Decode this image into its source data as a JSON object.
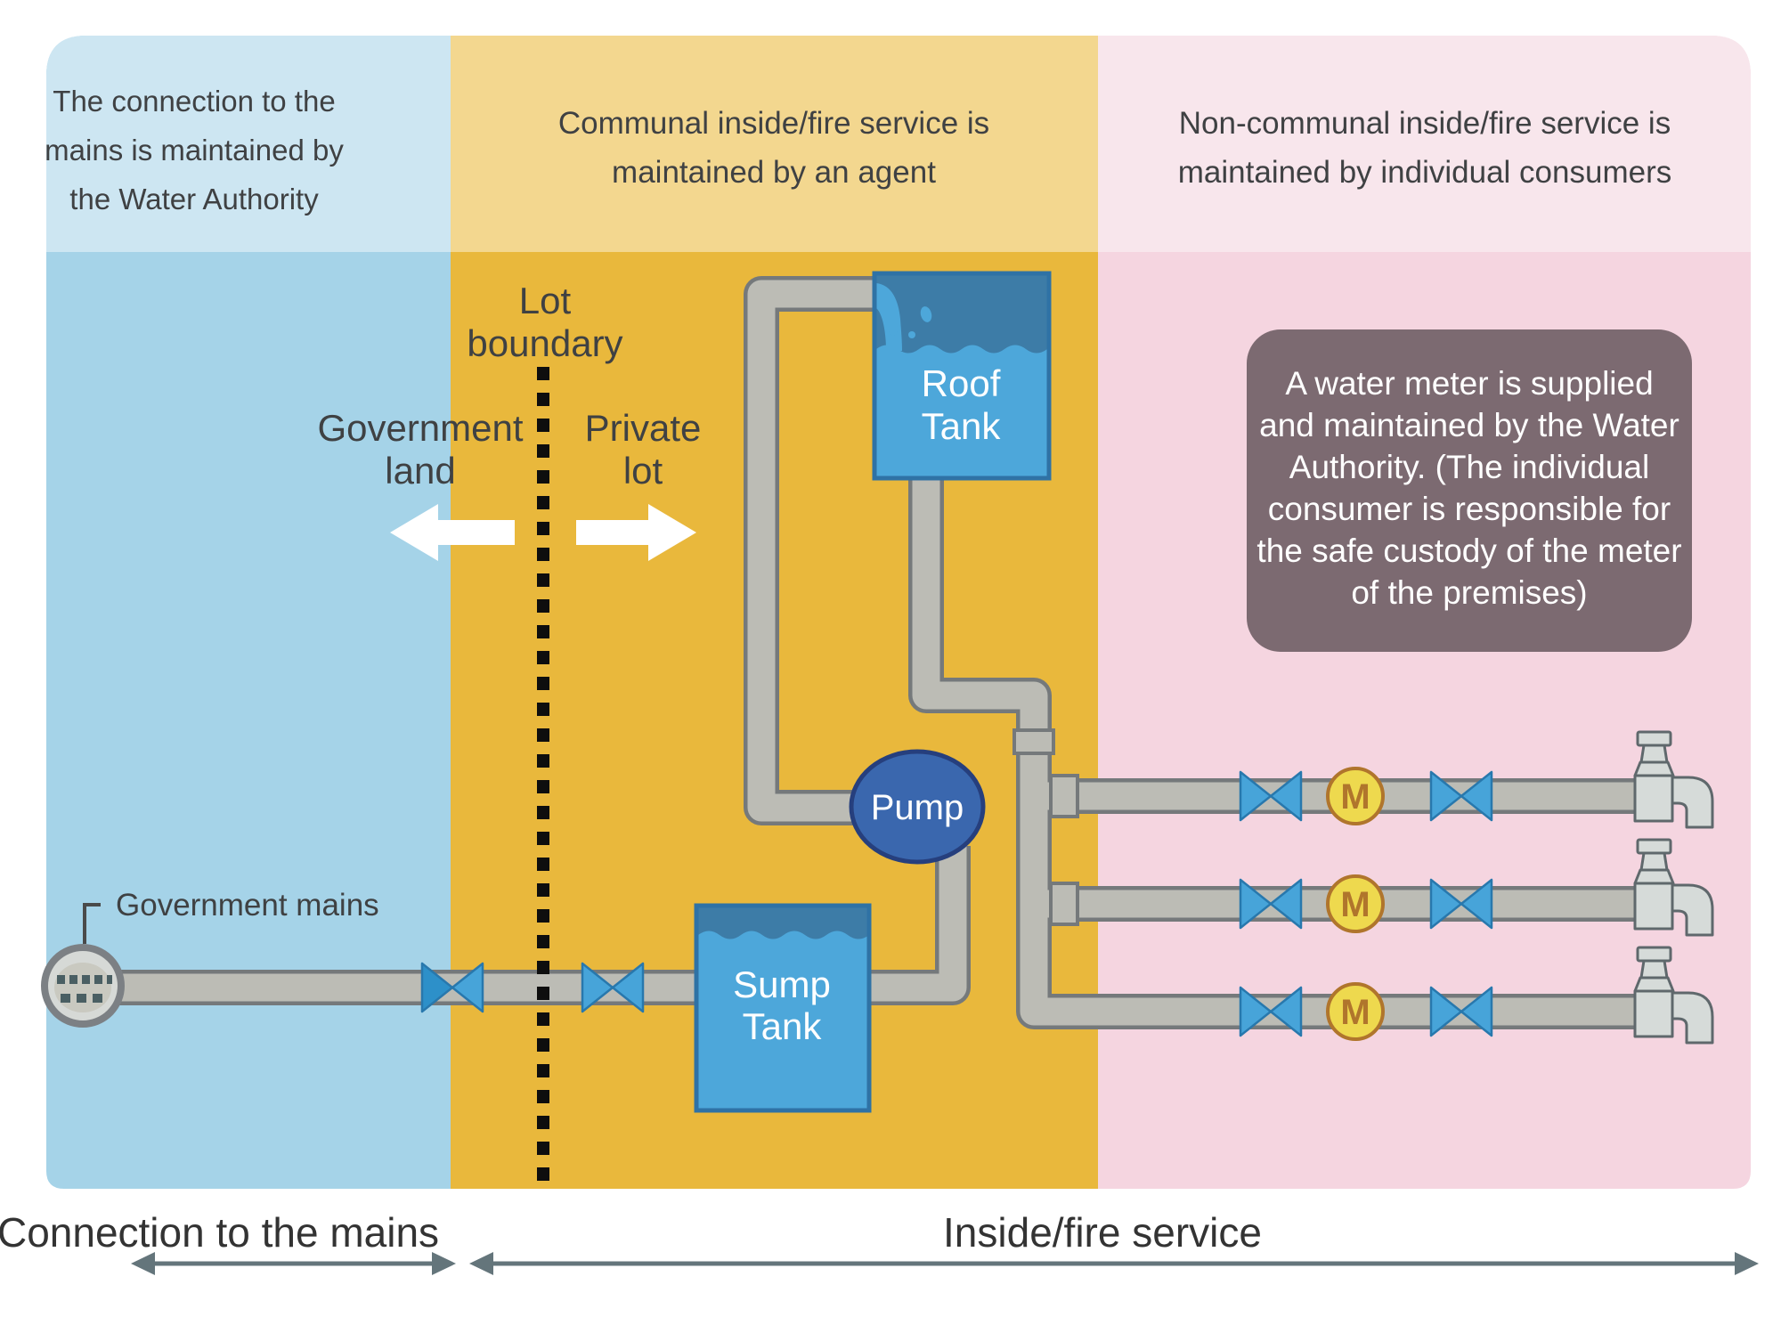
{
  "colors": {
    "page_bg": "#ffffff",
    "zone1_header_bg": "#cde6f2",
    "zone1_bg": "#a5d3e8",
    "zone2_header_bg": "#f3d78f",
    "zone2_bg": "#e9b83c",
    "zone3_header_bg": "#f8e6ec",
    "zone3_bg": "#f5d5e0",
    "pipe_fill": "#bcbcb5",
    "pipe_outline": "#75797b",
    "valve": "#47a4d9",
    "valve_dark": "#2d90c9",
    "valve_outline": "#2878ad",
    "water_dark": "#3d7ca7",
    "water_light": "#4da7da",
    "tank_outline": "#2f72a5",
    "pump_fill": "#3a67ae",
    "pump_outline": "#263f7d",
    "meter_fill": "#eed94e",
    "meter_accent": "#b0752c",
    "tap_fill": "#d6dbd9",
    "tap_outline": "#5f686c",
    "note_bg": "#7c6a71",
    "text_dark": "#3f4143",
    "text_white": "#ffffff",
    "axis": "#64757b",
    "axis_text": "#333333",
    "boundary_dash": "#0e0e0e",
    "mains_fill": "#d6d9d6",
    "mains_inner": "#c9c9c0",
    "mains_dash": "#4a5f63",
    "mains_outline": "#7c8084",
    "leader": "#4a4a4a"
  },
  "headers": {
    "zone1": {
      "lines": [
        "The connection to the",
        "mains is maintained by",
        "the Water Authority"
      ]
    },
    "zone2": {
      "lines": [
        "Communal inside/fire service is",
        "maintained by an agent"
      ]
    },
    "zone3": {
      "lines": [
        "Non-communal inside/fire service is",
        "maintained by individual consumers"
      ]
    }
  },
  "labels": {
    "lot_boundary": [
      "Lot",
      "boundary"
    ],
    "government_land": [
      "Government",
      "land"
    ],
    "private_lot": [
      "Private",
      "lot"
    ],
    "government_mains": "Government mains",
    "pump": "Pump",
    "meter": "M"
  },
  "tanks": {
    "roof": [
      "Roof",
      "Tank"
    ],
    "sump": [
      "Sump",
      "Tank"
    ]
  },
  "note": {
    "lines": [
      "A water meter is supplied",
      "and maintained by the Water",
      "Authority. (The individual",
      "consumer is responsible for",
      "the safe custody of the meter",
      "of the premises)"
    ]
  },
  "axis": {
    "left_label": "Connection to the mains",
    "right_label": "Inside/fire service"
  }
}
